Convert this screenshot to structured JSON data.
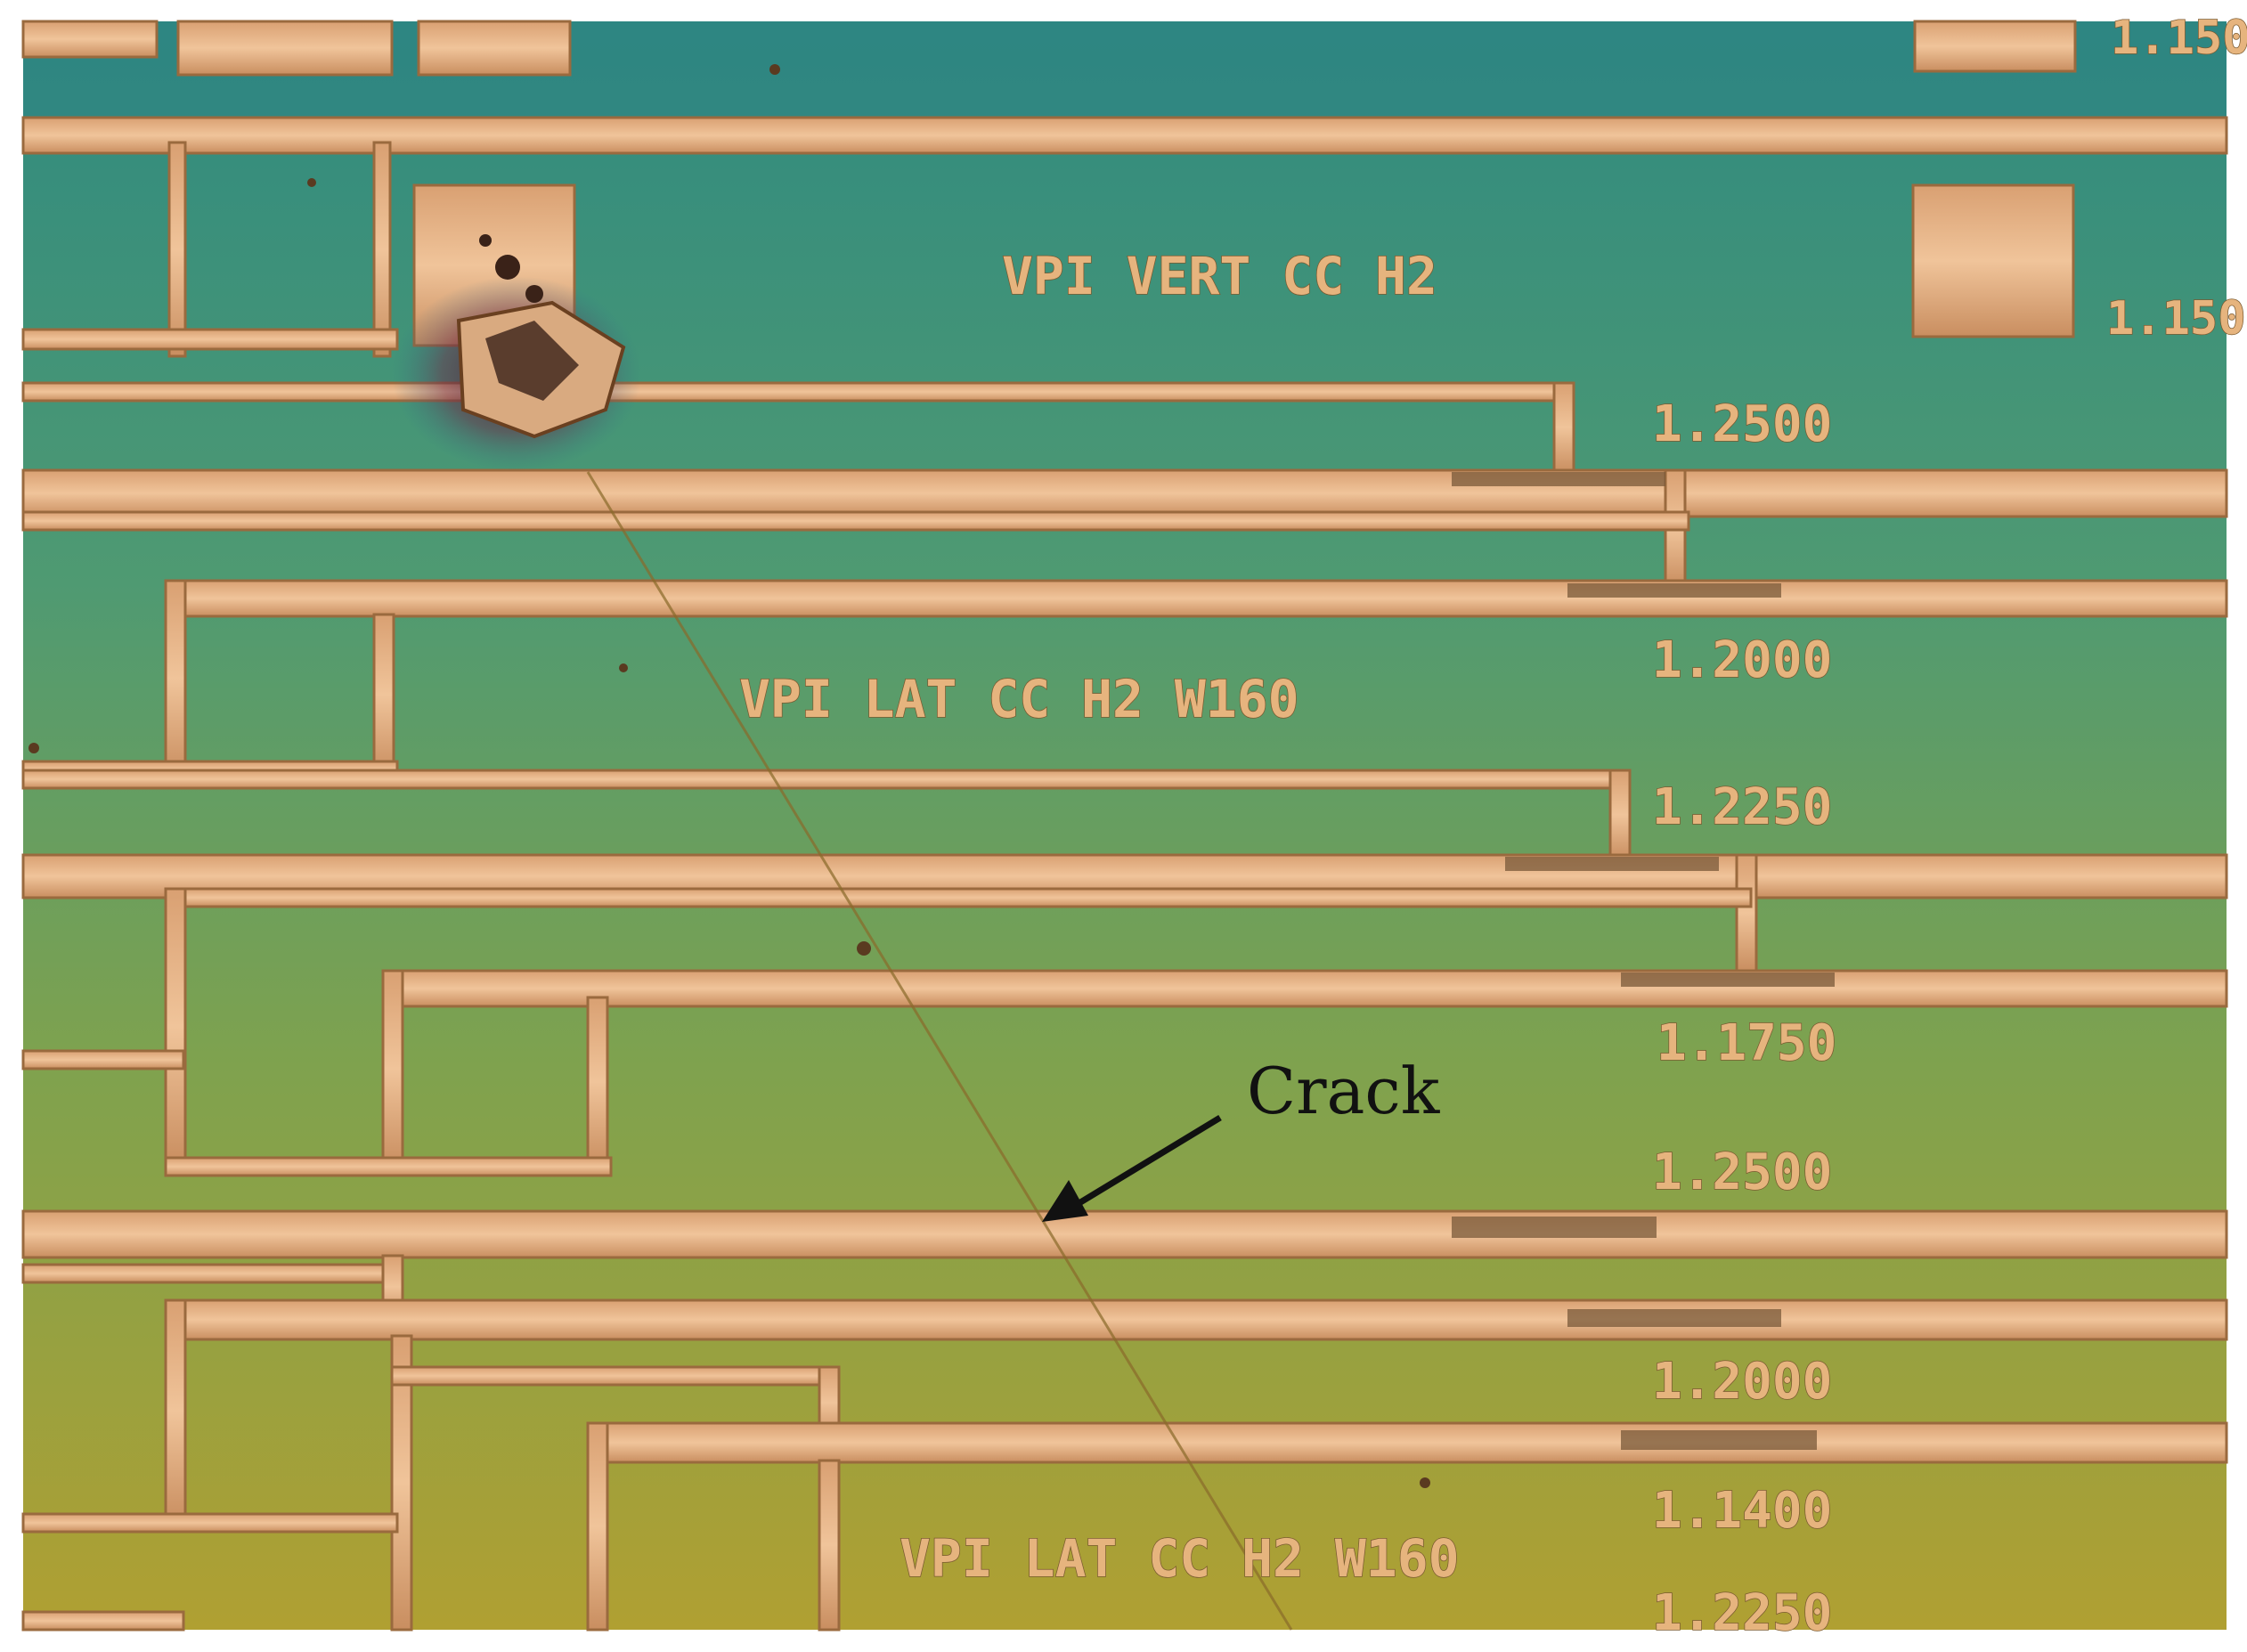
{
  "die_labels": {
    "top": "VPI VERT CC H2",
    "middle": "VPI LAT CC H2 W160",
    "bottom": "VPI LAT CC H2 W160"
  },
  "dimension_labels": {
    "right_top_1": "1.150",
    "right_top_2": "1.150",
    "d1": "1.2500",
    "d2": "1.2000",
    "d3": "1.2250",
    "d4": "1.1750",
    "d5": "1.2500",
    "d6": "1.2000",
    "d7": "1.1400",
    "d8": "1.2250"
  },
  "annotation": {
    "label": "Crack"
  },
  "colors": {
    "substrate_top": "#3f8f7b",
    "substrate_mid": "#6f9f5a",
    "substrate_bottom": "#a7a238",
    "metal": "#e9b98c",
    "metal_edge": "#9a6a3e",
    "arrow": "#111111"
  }
}
